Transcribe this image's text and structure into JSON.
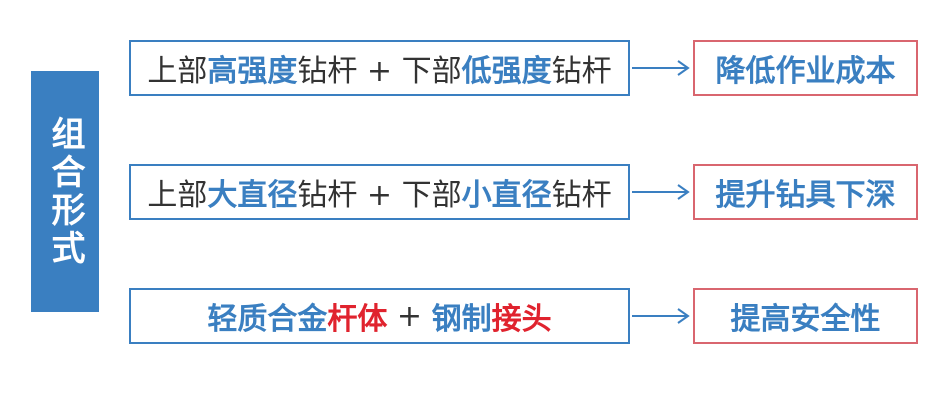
{
  "side_label": "组合形式",
  "colors": {
    "blue": "#3a7fc1",
    "red": "#e0232e",
    "dark": "#333333",
    "right_border": "#d9666f"
  },
  "rows": [
    {
      "left_segments": [
        {
          "text": "上部",
          "color": "#333333",
          "bold": false
        },
        {
          "text": "高强度",
          "color": "#3a7fc1",
          "bold": true
        },
        {
          "text": "钻杆 + 下部",
          "color": "#333333",
          "bold": false
        },
        {
          "text": "低强度",
          "color": "#3a7fc1",
          "bold": true
        },
        {
          "text": "钻杆",
          "color": "#333333",
          "bold": false
        }
      ],
      "result": "降低作业成本"
    },
    {
      "left_segments": [
        {
          "text": "上部",
          "color": "#333333",
          "bold": false
        },
        {
          "text": "大直径",
          "color": "#3a7fc1",
          "bold": true
        },
        {
          "text": "钻杆 + 下部",
          "color": "#333333",
          "bold": false
        },
        {
          "text": "小直径",
          "color": "#3a7fc1",
          "bold": true
        },
        {
          "text": "钻杆",
          "color": "#333333",
          "bold": false
        }
      ],
      "result": "提升钻具下深"
    },
    {
      "left_segments": [
        {
          "text": "轻质合金",
          "color": "#3a7fc1",
          "bold": true
        },
        {
          "text": "杆体",
          "color": "#e0232e",
          "bold": true
        },
        {
          "text": " + ",
          "color": "#333333",
          "bold": false
        },
        {
          "text": "钢制",
          "color": "#3a7fc1",
          "bold": true
        },
        {
          "text": "接头",
          "color": "#e0232e",
          "bold": true
        }
      ],
      "result": "提高安全性"
    }
  ]
}
